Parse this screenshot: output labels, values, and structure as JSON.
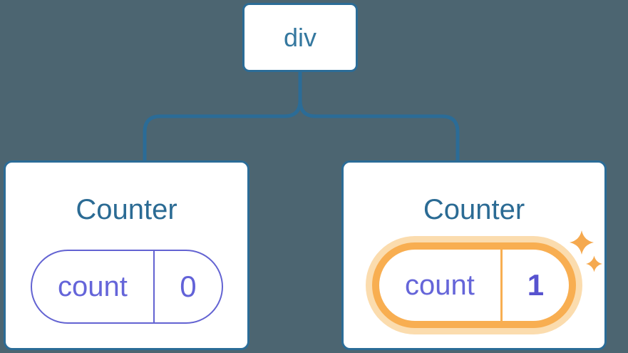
{
  "diagram": {
    "description": "React component tree: a div root with two Counter children, each holding a count state pill; the second Counter's state was just updated",
    "root": {
      "label": "div"
    },
    "children": [
      {
        "title": "Counter",
        "state": {
          "key": "count",
          "value": "0"
        },
        "highlighted": false
      },
      {
        "title": "Counter",
        "state": {
          "key": "count",
          "value": "1"
        },
        "highlighted": true
      }
    ]
  },
  "colors": {
    "background": "#4c6571",
    "node_fill": "#ffffff",
    "node_border": "#2b6c97",
    "edge": "#2b6c97",
    "root_label": "#35789f",
    "title": "#2b6b94",
    "pill_border": "#6363d2",
    "pill_text": "#6565d9",
    "pill_value": "#6262d8",
    "highlight_border": "#f8ae51",
    "highlight_glow": "#fbdcae",
    "highlight_value": "#5753cf",
    "sparkle": "#f5a94f"
  }
}
